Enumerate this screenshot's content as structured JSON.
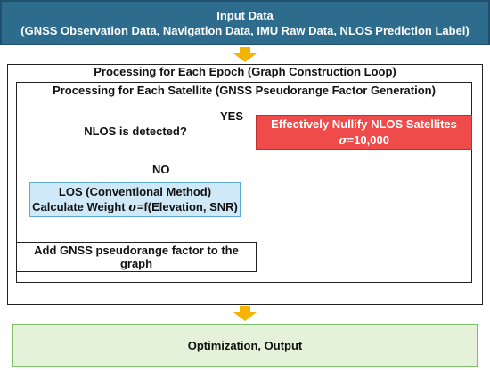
{
  "input": {
    "title": "Input Data",
    "subtitle": "(GNSS Observation Data, Navigation Data, IMU Raw Data, NLOS Prediction Label)"
  },
  "outer_loop": {
    "title": "Processing for Each Epoch (Graph Construction Loop)"
  },
  "inner_loop": {
    "title": "Processing for Each Satellite (GNSS Pseudorange Factor Generation)"
  },
  "decision": {
    "question": "NLOS is detected?",
    "yes_label": "YES",
    "no_label": "NO"
  },
  "nlos_branch": {
    "line1": "Effectively Nullify NLOS Satellites",
    "sigma_symbol": "σ",
    "sigma_value": "=10,000"
  },
  "los_branch": {
    "line1": "LOS (Conventional Method)",
    "line2_prefix": "Calculate Weight ",
    "sigma_symbol": "σ",
    "line2_suffix": "=f(Elevation, SNR)"
  },
  "factor": {
    "label": "Add GNSS pseudorange factor to the graph"
  },
  "output": {
    "label": "Optimization, Output"
  },
  "colors": {
    "input_fill": "#2e6c8e",
    "diamond_fill": "#fbe0d0",
    "diamond_stroke": "#d9967a",
    "nlos_fill": "#f04b4b",
    "los_fill": "#cfe9f8",
    "output_fill": "#e3f2d9",
    "arrow": "#f5b400"
  }
}
